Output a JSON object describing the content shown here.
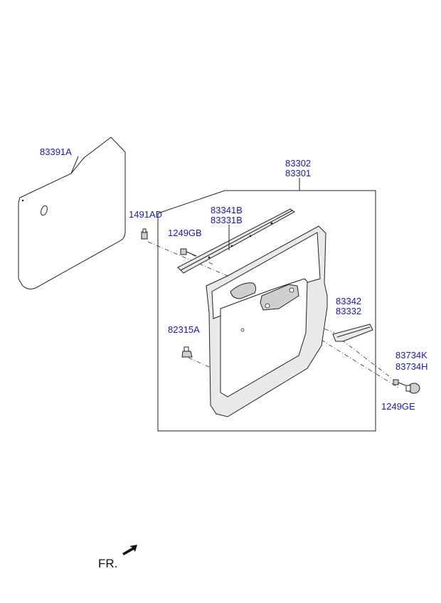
{
  "labels": {
    "pad": "83391A",
    "panel_a": "83302",
    "panel_b": "83301",
    "clip_top": "1491AD",
    "strip_a": "83341B",
    "strip_b": "83331B",
    "screw_top": "1249GB",
    "clip_mid": "82315A",
    "handle_a": "83342",
    "handle_b": "83332",
    "cap_a": "83734K",
    "cap_b": "83734H",
    "screw_bottom": "1249GE"
  },
  "footer": {
    "direction": "FR."
  }
}
